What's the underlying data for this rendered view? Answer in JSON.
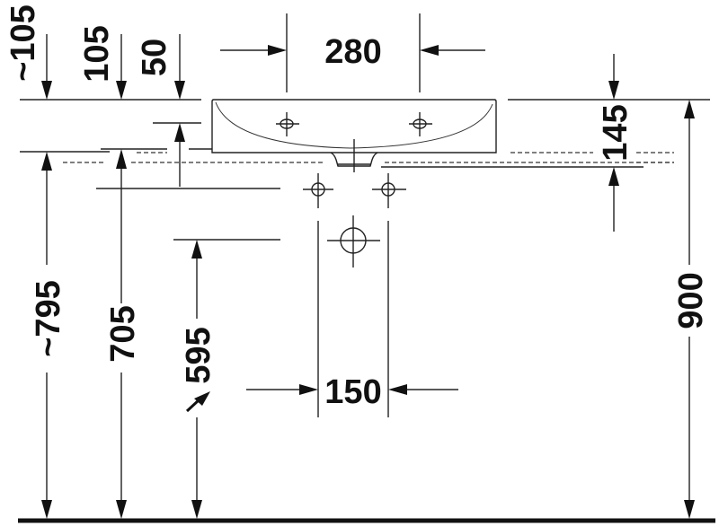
{
  "diagram": {
    "type": "technical-dimension-drawing",
    "subject": "wall-mounted washbasin, front elevation",
    "units": "mm",
    "dimensions": {
      "tap_hole_spacing": "280",
      "basin_height": "145",
      "rim_height_from_floor": "900",
      "top_offset_approx": "~105",
      "top_offset": "105",
      "top_offset_small": "50",
      "drain_height_approx": "~795",
      "supply_height": "705",
      "waste_outlet_height": "595",
      "supply_spacing": "150"
    }
  }
}
